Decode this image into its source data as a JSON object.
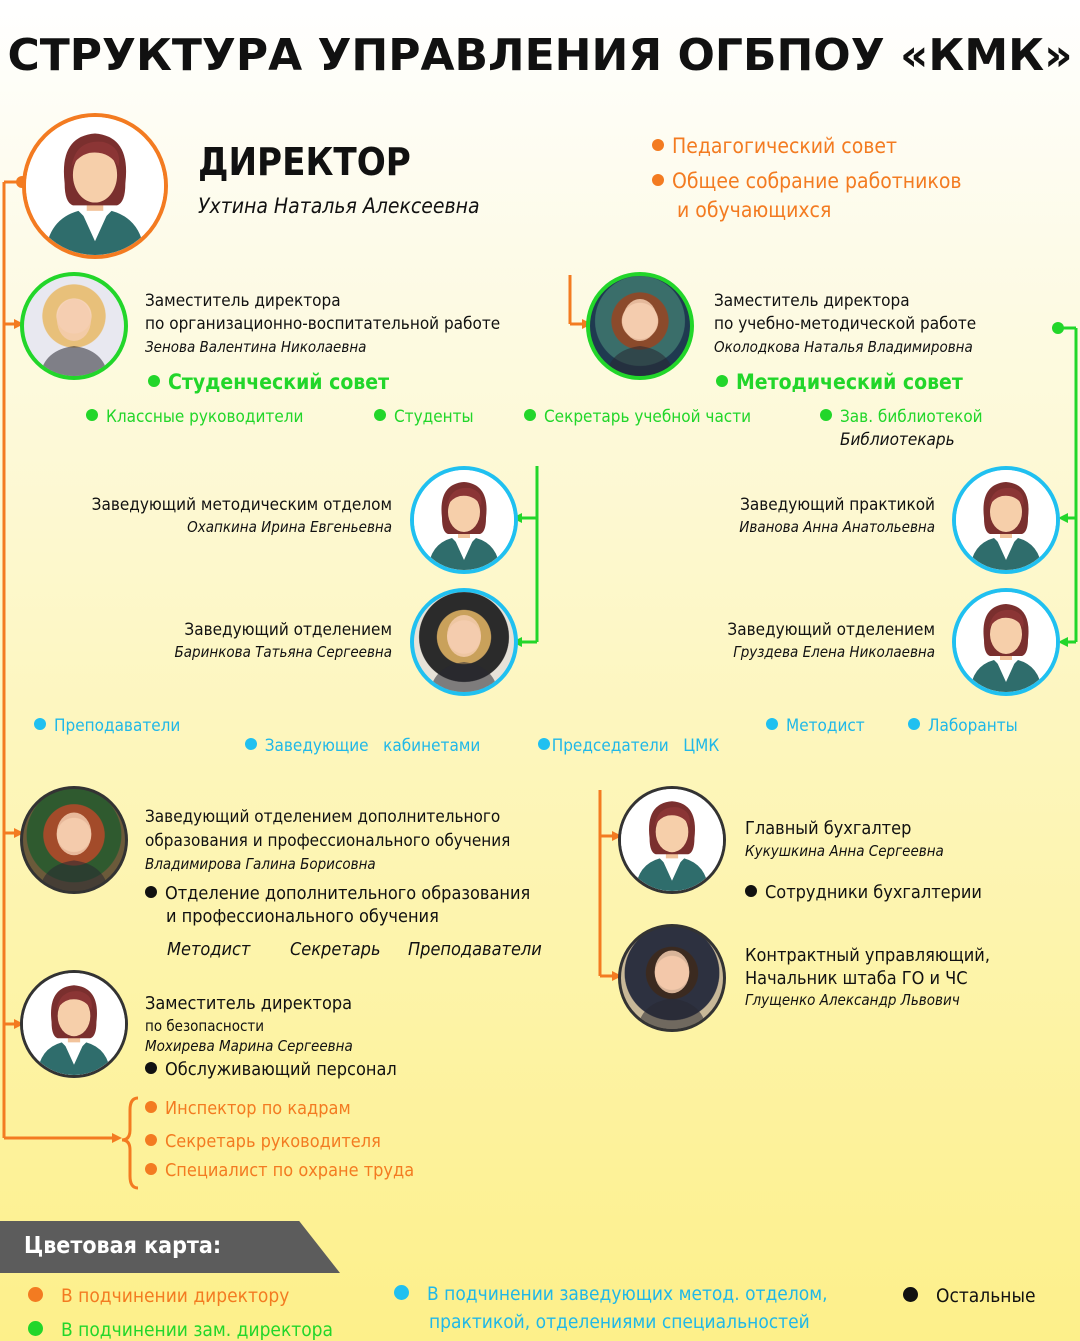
{
  "title": "СТРУКТУРА УПРАВЛЕНИЯ ОГБПОУ «КМК»",
  "director": {
    "role": "ДИРЕКТОР",
    "name": "Ухтина Наталья Алексеевна",
    "councils": [
      "Педагогический совет",
      "Общее собрание работников",
      "и обучающихся"
    ]
  },
  "deputy_edu": {
    "role_line1": "Заместитель директора",
    "role_line2": "по организационно-воспитательной работе",
    "name": "Зенова Валентина Николаевна",
    "council": "Студенческий совет"
  },
  "deputy_method": {
    "role_line1": "Заместитель директора",
    "role_line2": "по учебно-методической работе",
    "name": "Околодкова Наталья Владимировна",
    "council": "Методический совет"
  },
  "green_items": [
    "Классные руководители",
    "Студенты",
    "Секретарь учебной части",
    "Зав. библиотекой"
  ],
  "librarian": "Библиотекарь",
  "method_head": {
    "role": "Заведующий методическим отделом",
    "name": "Охапкина Ирина Евгеньевна"
  },
  "dept_head_left": {
    "role": "Заведующий отделением",
    "name": "Баринкова Татьяна Сергеевна"
  },
  "practice_head": {
    "role": "Заведующий практикой",
    "name": "Иванова Анна Анатольевна"
  },
  "dept_head_right": {
    "role": "Заведующий отделением",
    "name": "Груздева Елена Николаевна"
  },
  "cyan_items": [
    "Преподаватели",
    "Заведующие   кабинетами",
    "Председатели   ЦМК",
    "Методист",
    "Лаборанты"
  ],
  "extra_dept": {
    "role_line1": "Заведующий отделением дополнительного",
    "role_line2": "образования и профессионального обучения",
    "name": "Владимирова Галина Борисовна",
    "unit_line1": "Отделение дополнительного образования",
    "unit_line2": "и профессионального обучения",
    "staff": [
      "Методист",
      "Секретарь",
      "Преподаватели"
    ]
  },
  "accountant": {
    "role": "Главный бухгалтер",
    "name": "Кукушкина Анна Сергеевна",
    "staff": "Сотрудники бухгалтерии"
  },
  "contract": {
    "role_line1": "Контрактный управляющий,",
    "role_line2": "Начальник штаба ГО и ЧС",
    "name": "Глущенко Александр Львович"
  },
  "security": {
    "role_line1": "Заместитель директора",
    "role_line2": "по безопасности",
    "name": "Мохирева Марина Сергеевна",
    "staff": "Обслуживающий персонал"
  },
  "orange_items": [
    "Инспектор по кадрам",
    "Секретарь руководителя",
    "Специалист по охране труда"
  ],
  "legend": {
    "title": "Цветовая карта:",
    "items": [
      "В подчинении директору",
      "В подчинении зам. директора",
      "В подчинении заведующих метод. отделом,",
      "практикой, отделениями специальностей",
      "Остальные"
    ]
  },
  "colors": {
    "orange": "#f37b21",
    "green": "#22d62a",
    "cyan": "#20c0f0",
    "black": "#111111"
  }
}
